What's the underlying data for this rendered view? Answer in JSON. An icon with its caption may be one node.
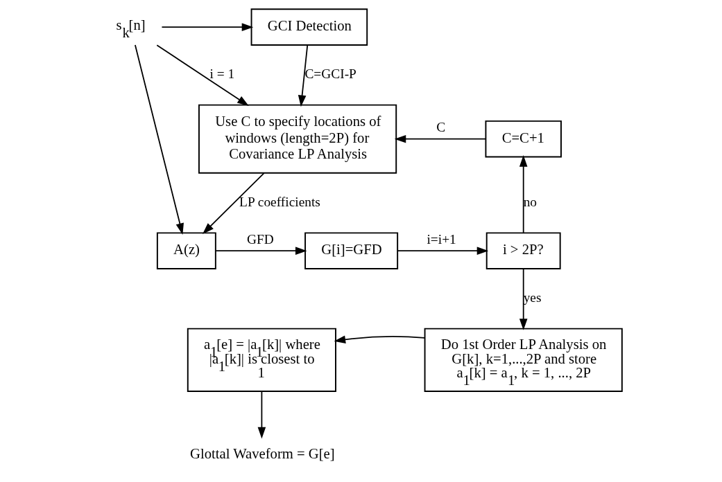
{
  "diagram": {
    "nodes": [
      {
        "text": [
          "s$_{k}$[n]"
        ]
      },
      {
        "text": [
          "GCI Detection"
        ]
      },
      {
        "text": [
          "Use C to specify locations of windows (length=2P) for Covariance LP Analysis"
        ]
      },
      {
        "text": [
          "C=C+1"
        ]
      },
      {
        "text": [
          "A(z)"
        ]
      },
      {
        "text": [
          "G[i]=GFD"
        ]
      },
      {
        "text": [
          "i > 2P?"
        ]
      },
      {
        "text": [
          "a$_{1}$[e] = |a$_{1}$[k]| where |a$_{1}$[k]| is closest to 1"
        ]
      },
      {
        "text": [
          "Do 1st Order LP Analysis on G[k], k=1,...,2P and store a$_{1}$[k] = a$_{1}$, k = 1, ..., 2P"
        ]
      },
      {
        "text": [
          "Glottal Waveform = G[e]"
        ]
      }
    ],
    "edges": [
      {
        "from": 0,
        "to": 1,
        "arrow": "to"
      },
      {
        "from": 0,
        "to": 2,
        "arrow": "to",
        "label": "i = 1"
      },
      {
        "from": 0,
        "to": 4,
        "arrow": "to"
      },
      {
        "from": 1,
        "to": 2,
        "arrow": "to",
        "label": "C=GCI-P"
      },
      {
        "from": 3,
        "to": 2,
        "arrow": "to",
        "label": "C"
      },
      {
        "from": 2,
        "to": 4,
        "arrow": "to",
        "label": "LP coefficients"
      },
      {
        "from": 4,
        "to": 5,
        "arrow": "to",
        "label": "GFD"
      },
      {
        "from": 5,
        "to": 6,
        "arrow": "to",
        "label": "i=i+1"
      },
      {
        "from": 6,
        "to": 3,
        "arrow": "to",
        "label": "no"
      },
      {
        "from": 6,
        "to": 8,
        "arrow": "to",
        "label": "yes"
      },
      {
        "from": 8,
        "to": 7,
        "arrow": "to"
      },
      {
        "from": 7,
        "to": 9,
        "arrow": "to"
      }
    ]
  }
}
